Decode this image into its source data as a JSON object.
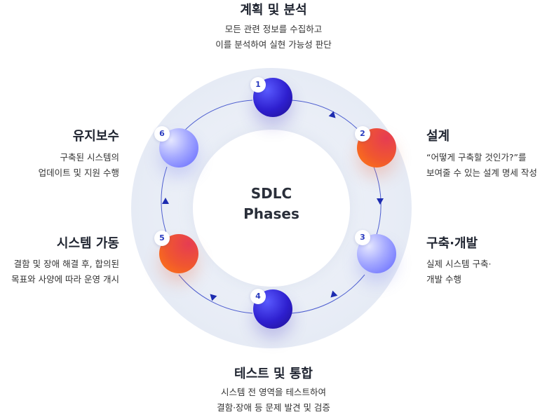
{
  "center_title": [
    "SDLC",
    "Phases"
  ],
  "colors": {
    "ring": "#e6ebf5",
    "link": "#4e5fd0",
    "dark_node": "#2e1fcf",
    "orange_node": "#f0572f",
    "light_node": "#a5a9ff"
  },
  "phases": [
    {
      "number": "1",
      "title": "계획 및 분석",
      "desc": [
        "모든 관련 정보를 수집하고",
        "이를 분석하여 실현 가능성 판단"
      ]
    },
    {
      "number": "2",
      "title": "설계",
      "desc": [
        "“어떻게 구축할 것인가?”를",
        "보여줄 수 있는 설계 명세 작성"
      ]
    },
    {
      "number": "3",
      "title": "구축·개발",
      "desc": [
        "실제 시스템 구축·",
        "개발 수행"
      ]
    },
    {
      "number": "4",
      "title": "테스트 및 통합",
      "desc": [
        "시스템 전 영역을 테스트하여",
        "결함·장애 등 문제 발견 및 검증"
      ]
    },
    {
      "number": "5",
      "title": "시스템 가동",
      "desc": [
        "결함 및 장애 해결 후, 합의된",
        "목표와 사양에 따라 운영 개시"
      ]
    },
    {
      "number": "6",
      "title": "유지보수",
      "desc": [
        "구축된 시스템의",
        "업데이트 및 지원 수행"
      ]
    }
  ]
}
